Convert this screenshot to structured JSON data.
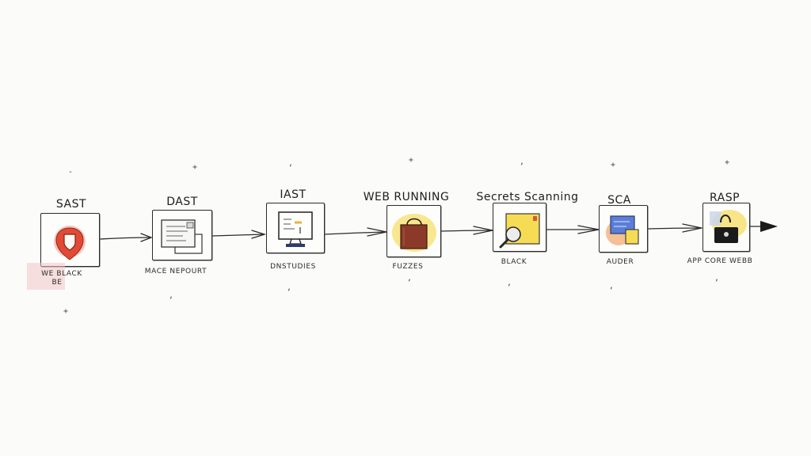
{
  "diagram": {
    "stages": [
      {
        "id": "sast",
        "title": "SAST",
        "caption_lines": [
          "WE BLACK",
          "BE"
        ],
        "icon": "shield-icon",
        "accent": "#e2503a",
        "wash": "#f4c7c7"
      },
      {
        "id": "dast",
        "title": "DAST",
        "caption_lines": [
          "MACE NEPOURT"
        ],
        "icon": "documents-icon",
        "accent": "#555555",
        "wash": ""
      },
      {
        "id": "iast",
        "title": "IAST",
        "caption_lines": [
          "DNSTUDIES"
        ],
        "icon": "monitor-icon",
        "accent": "#e8b340",
        "wash": ""
      },
      {
        "id": "web-running",
        "title": "WEB RUNNING",
        "caption_lines": [
          "FUZZES"
        ],
        "icon": "bag-icon",
        "accent": "#8b3a2a",
        "wash": "#f6df6a"
      },
      {
        "id": "secrets-scanning",
        "title": "Secrets Scanning",
        "caption_lines": [
          "BLACK"
        ],
        "icon": "magnifier-icon",
        "accent": "#f4d64a",
        "wash": "#f7e27a"
      },
      {
        "id": "sca",
        "title": "SCA",
        "caption_lines": [
          "AUDER"
        ],
        "icon": "package-icon",
        "accent": "#5a7ed8",
        "wash": "#f3b07a"
      },
      {
        "id": "rasp",
        "title": "RASP",
        "caption_lines": [
          "APP CORE WEBB"
        ],
        "icon": "lock-icon",
        "accent": "#1d1d1d",
        "wash": "#f6df6a"
      }
    ],
    "marks": [
      "+",
      "-",
      ","
    ]
  }
}
